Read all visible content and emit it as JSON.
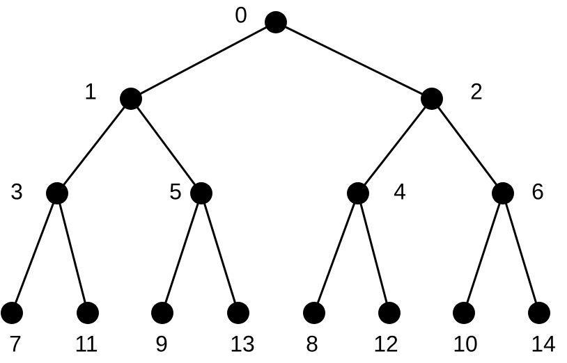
{
  "tree": {
    "nodes": [
      {
        "id": "n0",
        "label": "0"
      },
      {
        "id": "n1",
        "label": "1"
      },
      {
        "id": "n2",
        "label": "2"
      },
      {
        "id": "n3",
        "label": "3"
      },
      {
        "id": "n5",
        "label": "5"
      },
      {
        "id": "n4",
        "label": "4"
      },
      {
        "id": "n6",
        "label": "6"
      },
      {
        "id": "n7",
        "label": "7"
      },
      {
        "id": "n11",
        "label": "11"
      },
      {
        "id": "n9",
        "label": "9"
      },
      {
        "id": "n13",
        "label": "13"
      },
      {
        "id": "n8",
        "label": "8"
      },
      {
        "id": "n12",
        "label": "12"
      },
      {
        "id": "n10",
        "label": "10"
      },
      {
        "id": "n14",
        "label": "14"
      }
    ],
    "edges": [
      {
        "from": "n0",
        "to": "n1"
      },
      {
        "from": "n0",
        "to": "n2"
      },
      {
        "from": "n1",
        "to": "n3"
      },
      {
        "from": "n1",
        "to": "n5"
      },
      {
        "from": "n2",
        "to": "n4"
      },
      {
        "from": "n2",
        "to": "n6"
      },
      {
        "from": "n3",
        "to": "n7"
      },
      {
        "from": "n3",
        "to": "n11"
      },
      {
        "from": "n5",
        "to": "n9"
      },
      {
        "from": "n5",
        "to": "n13"
      },
      {
        "from": "n4",
        "to": "n8"
      },
      {
        "from": "n4",
        "to": "n12"
      },
      {
        "from": "n6",
        "to": "n10"
      },
      {
        "from": "n6",
        "to": "n14"
      }
    ],
    "colors": {
      "node": "#000000",
      "edge": "#000000",
      "background": "#ffffff"
    }
  }
}
